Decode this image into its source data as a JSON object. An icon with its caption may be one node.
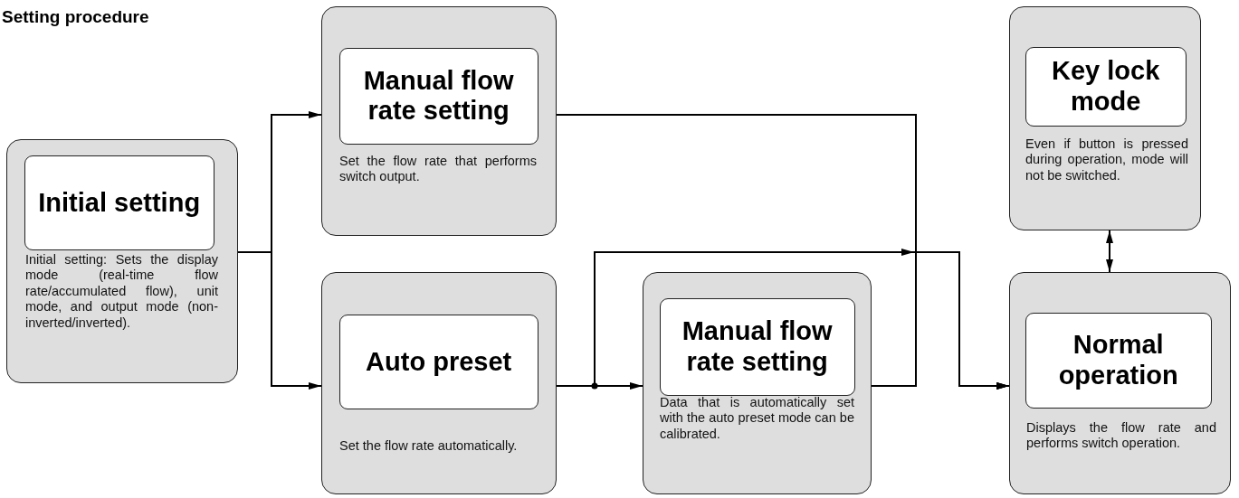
{
  "diagram": {
    "title": "Setting procedure",
    "nodes": [
      {
        "text": [
          "Initial setting: Sets the display mode (real-time flow rate/accumulated flow), unit mode, and output mode (non-inverted/inverted)."
        ]
      },
      {
        "text": [
          "Initial setting"
        ],
        "in": 0
      },
      {
        "text": [
          "Set the flow rate that performs switch output."
        ]
      },
      {
        "text": [
          "Manual flow rate setting"
        ],
        "in": 2
      },
      {
        "text": [
          "Set the flow rate automatically."
        ]
      },
      {
        "text": [
          "Auto preset"
        ],
        "in": 4
      },
      {
        "text": [
          "Data that is automatically set with the auto preset mode can be calibrated."
        ]
      },
      {
        "text": [
          "Manual flow rate setting"
        ],
        "in": 6
      },
      {
        "text": [
          "Even if button is pressed during operation, mode will not be switched."
        ]
      },
      {
        "text": [
          "Key lock mode"
        ],
        "in": 8
      },
      {
        "text": [
          "Displays the flow rate and performs switch operation."
        ]
      },
      {
        "text": [
          "Normal operation"
        ],
        "in": 10
      }
    ],
    "edges": [
      {
        "from": 0,
        "to": 2,
        "arrow": "to"
      },
      {
        "from": 0,
        "to": 4,
        "arrow": "to"
      },
      {
        "from": 4,
        "to": 6,
        "arrow": "to"
      },
      {
        "from": 4,
        "to": 10,
        "arrow": "to"
      },
      {
        "from": 2,
        "to": 10,
        "arrow": "to"
      },
      {
        "from": 6,
        "to": 10,
        "arrow": "to"
      },
      {
        "from": 8,
        "to": 10,
        "arrow": "both"
      }
    ]
  }
}
